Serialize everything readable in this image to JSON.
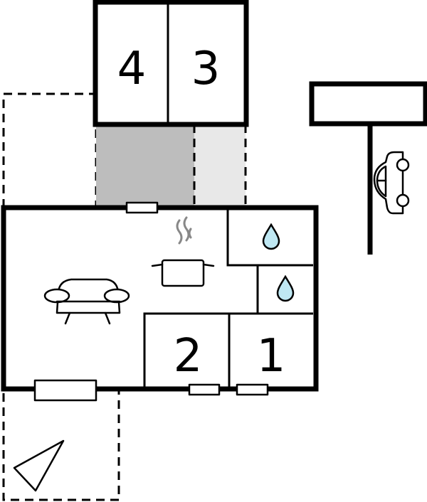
{
  "rooms": {
    "bedroom_4": "4",
    "bedroom_3": "3",
    "bedroom_2": "2",
    "bedroom_1": "1"
  },
  "icons": {
    "living": "sofa-icon",
    "kitchen": "cooking-pot-icon",
    "bathroom": "water-drop-icon",
    "parking": "car-icon",
    "terrace": "compass-arrow-icon"
  },
  "colors": {
    "terrace_light": "#e8e8e8",
    "terrace_dark": "#bdbdbd",
    "drop_fill": "#bfe8f3",
    "wall": "#000000"
  }
}
